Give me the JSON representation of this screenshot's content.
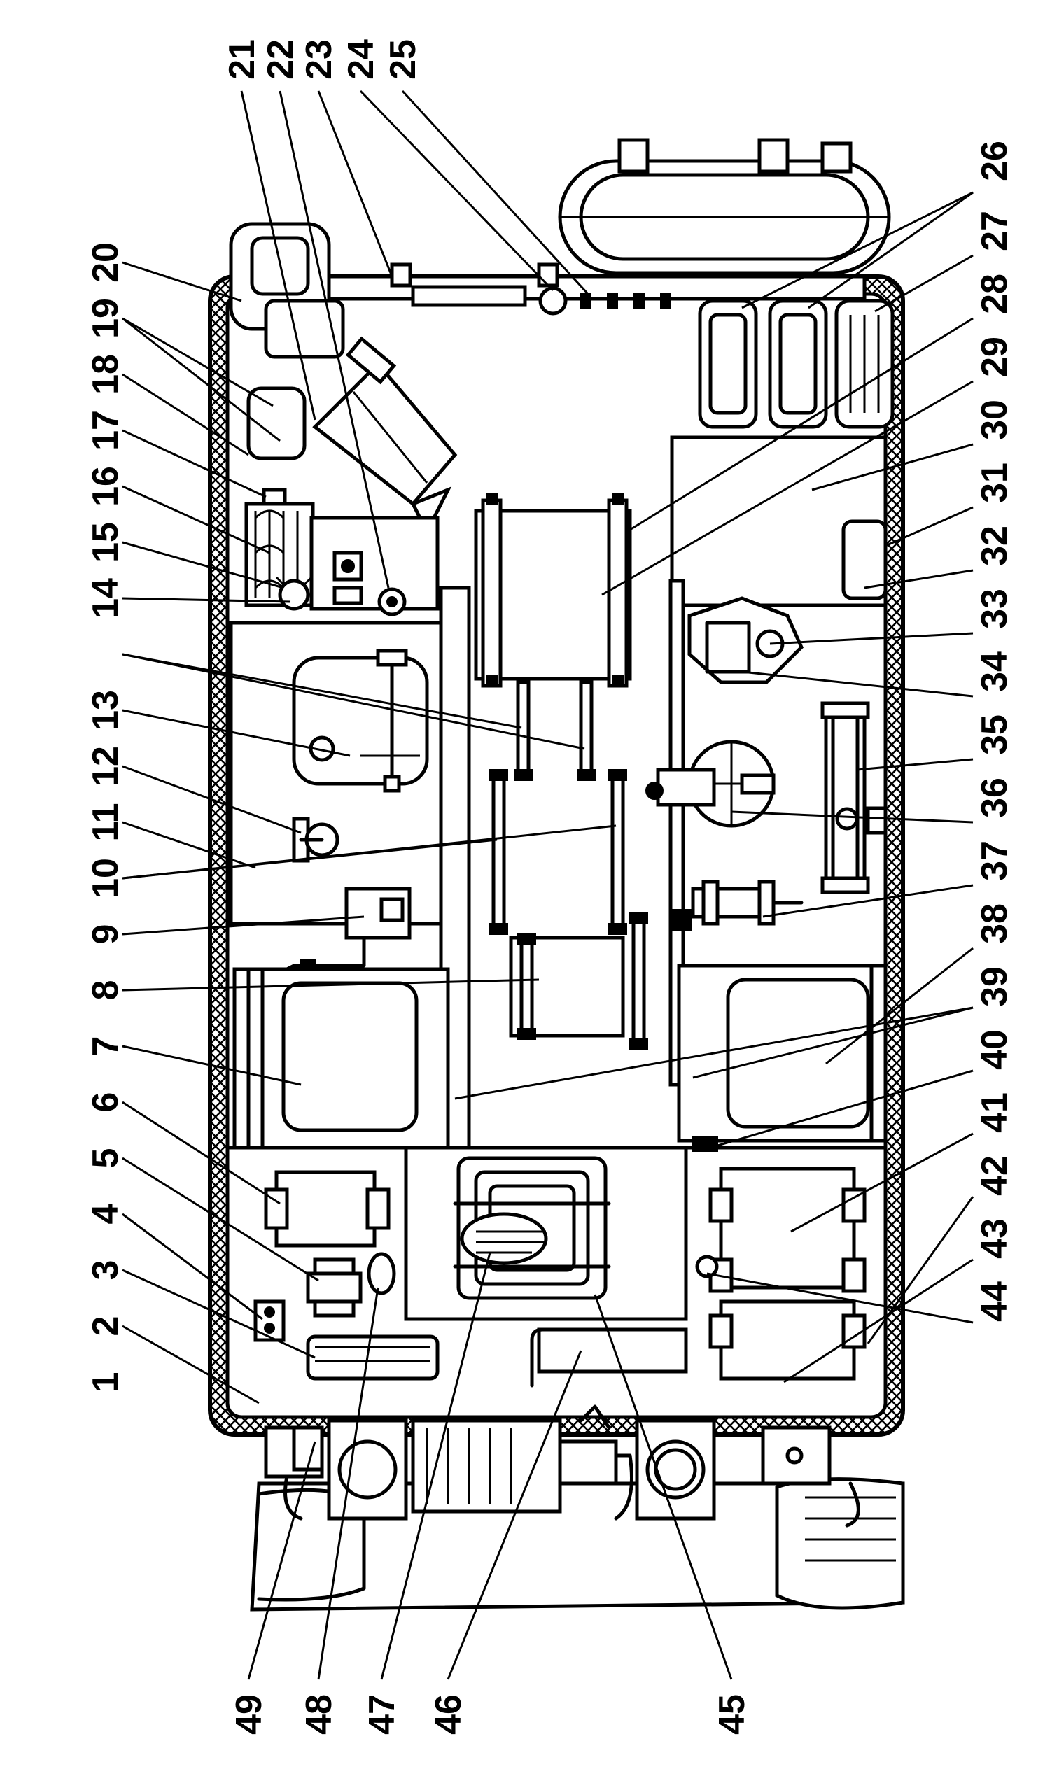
{
  "labels_top": [
    "21",
    "22",
    "23",
    "24",
    "25",
    "26",
    "27",
    "28",
    "29",
    "30",
    "31",
    "32",
    "33",
    "34",
    "35",
    "36",
    "37",
    "38",
    "39",
    "40",
    "41",
    "42",
    "43",
    "44"
  ],
  "labels_left": [
    "20",
    "19",
    "18",
    "17",
    "16",
    "15",
    "14",
    "13",
    "12",
    "11",
    "10",
    "9",
    "8",
    "7",
    "6",
    "5",
    "4",
    "3",
    "2",
    "1"
  ],
  "labels_bottom": [
    "49",
    "48",
    "47",
    "46",
    "45"
  ]
}
